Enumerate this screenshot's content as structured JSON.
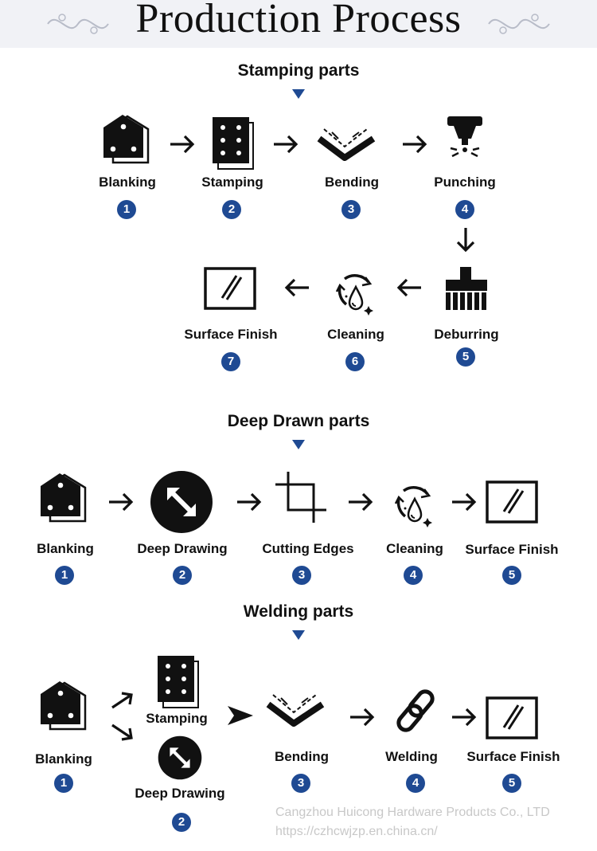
{
  "title": "Production Process",
  "colors": {
    "accent": "#1f4a93",
    "text": "#111111",
    "header_bg": "#f1f2f6",
    "watermark": "#c8c8c8"
  },
  "sections": [
    {
      "title": "Stamping parts",
      "steps": [
        {
          "label": "Blanking",
          "number": "1",
          "icon": "blanking-icon"
        },
        {
          "label": "Stamping",
          "number": "2",
          "icon": "stamping-icon"
        },
        {
          "label": "Bending",
          "number": "3",
          "icon": "bending-icon"
        },
        {
          "label": "Punching",
          "number": "4",
          "icon": "punching-icon"
        },
        {
          "label": "Deburring",
          "number": "5",
          "icon": "deburring-icon"
        },
        {
          "label": "Cleaning",
          "number": "6",
          "icon": "cleaning-icon"
        },
        {
          "label": "Surface Finish",
          "number": "7",
          "icon": "surface-finish-icon"
        }
      ]
    },
    {
      "title": "Deep Drawn parts",
      "steps": [
        {
          "label": "Blanking",
          "number": "1",
          "icon": "blanking-icon"
        },
        {
          "label": "Deep Drawing",
          "number": "2",
          "icon": "deep-drawing-icon"
        },
        {
          "label": "Cutting Edges",
          "number": "3",
          "icon": "crop-icon"
        },
        {
          "label": "Cleaning",
          "number": "4",
          "icon": "cleaning-icon"
        },
        {
          "label": "Surface Finish",
          "number": "5",
          "icon": "surface-finish-icon"
        }
      ]
    },
    {
      "title": "Welding parts",
      "steps": [
        {
          "label": "Blanking",
          "number": "1",
          "icon": "blanking-icon"
        },
        {
          "label": "Stamping",
          "number": "",
          "icon": "stamping-icon"
        },
        {
          "label": "Deep Drawing",
          "number": "2",
          "icon": "deep-drawing-icon"
        },
        {
          "label": "Bending",
          "number": "3",
          "icon": "bending-icon"
        },
        {
          "label": "Welding",
          "number": "4",
          "icon": "chain-link-icon"
        },
        {
          "label": "Surface Finish",
          "number": "5",
          "icon": "surface-finish-icon"
        }
      ]
    }
  ],
  "watermark": {
    "company": "Cangzhou Huicong Hardware Products Co., LTD",
    "url": "https://czhcwjzp.en.china.cn/"
  }
}
